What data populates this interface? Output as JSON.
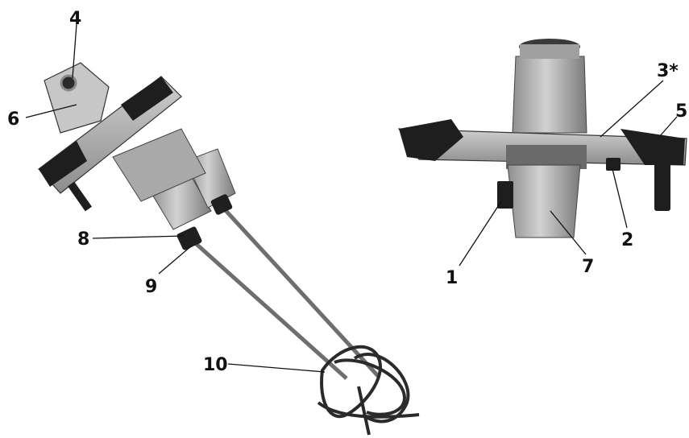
{
  "figure": {
    "callouts": [
      {
        "id": "1",
        "label": "1"
      },
      {
        "id": "2",
        "label": "2"
      },
      {
        "id": "3",
        "label": "3*"
      },
      {
        "id": "4",
        "label": "4"
      },
      {
        "id": "5",
        "label": "5"
      },
      {
        "id": "6",
        "label": "6"
      },
      {
        "id": "7",
        "label": "7"
      },
      {
        "id": "8",
        "label": "8"
      },
      {
        "id": "9",
        "label": "9"
      },
      {
        "id": "10",
        "label": "10"
      }
    ]
  },
  "colors": {
    "body_light": "#bdbdbd",
    "body_mid": "#9a9a9a",
    "body_dark": "#3a3a3a",
    "grip_black": "#1e1e1e",
    "background": "#ffffff"
  }
}
